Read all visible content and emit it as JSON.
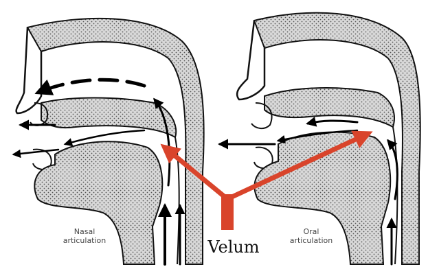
{
  "diagram": {
    "left_caption_line1": "Nasal",
    "left_caption_line2": "articulation",
    "right_caption_line1": "Oral",
    "right_caption_line2": "articulation",
    "pointer_label": "Velum"
  },
  "colors": {
    "tissue": "#c9c9c9",
    "outline": "#111111",
    "airflow": "#000000",
    "pointer": "#d9442b",
    "caption": "#444444"
  }
}
